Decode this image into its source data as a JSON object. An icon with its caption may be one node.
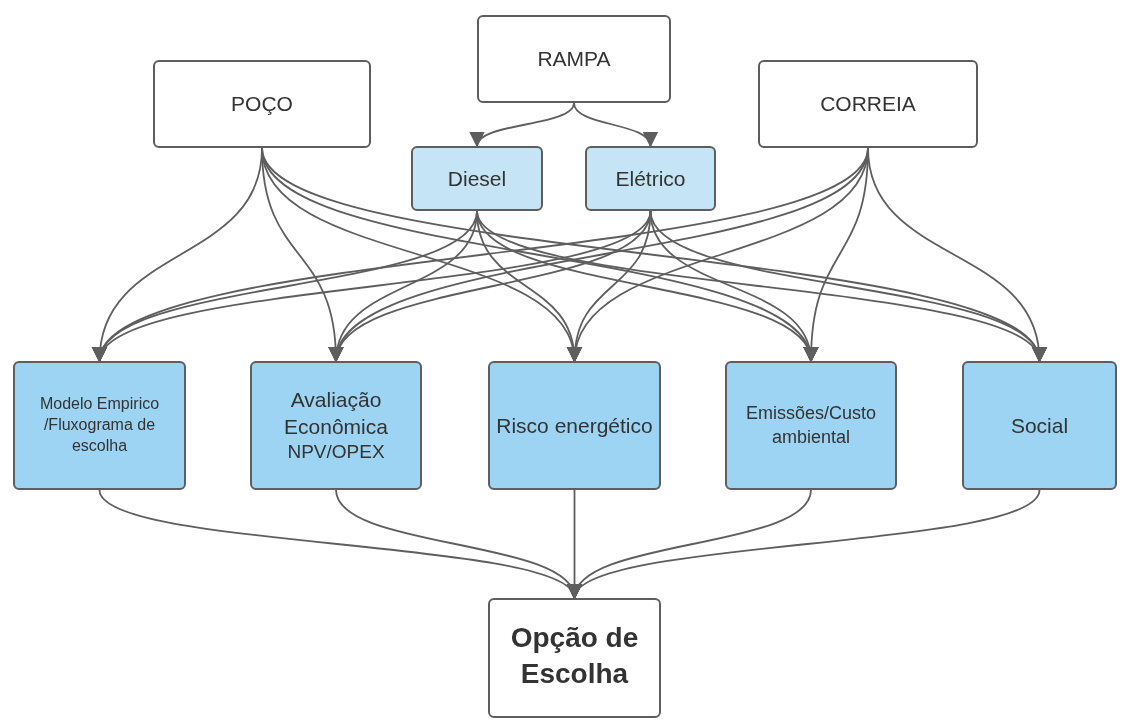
{
  "diagram": {
    "nodes": [
      {
        "text": [
          "RAMPA"
        ]
      },
      {
        "text": [
          "POÇO"
        ]
      },
      {
        "text": [
          "CORREIA"
        ]
      },
      {
        "text": [
          "Diesel"
        ]
      },
      {
        "text": [
          "Elétrico"
        ]
      },
      {
        "text": [
          "Modelo Empirico /Fluxograma de escolha"
        ]
      },
      {
        "text": [
          "Avaliação Econômica",
          "NPV/OPEX"
        ]
      },
      {
        "text": [
          "Risco energético"
        ]
      },
      {
        "text": [
          "Emissões/Custo ambiental"
        ]
      },
      {
        "text": [
          "Social"
        ]
      },
      {
        "text": [
          "Opção de Escolha"
        ]
      }
    ],
    "edges": [
      {
        "from": 0,
        "to": 3,
        "arrow": "to"
      },
      {
        "from": 0,
        "to": 4,
        "arrow": "to"
      },
      {
        "from": 1,
        "to": 5,
        "arrow": "to"
      },
      {
        "from": 1,
        "to": 6,
        "arrow": "to"
      },
      {
        "from": 1,
        "to": 7,
        "arrow": "to"
      },
      {
        "from": 1,
        "to": 8,
        "arrow": "to"
      },
      {
        "from": 1,
        "to": 9,
        "arrow": "to"
      },
      {
        "from": 3,
        "to": 5,
        "arrow": "to"
      },
      {
        "from": 3,
        "to": 6,
        "arrow": "to"
      },
      {
        "from": 3,
        "to": 7,
        "arrow": "to"
      },
      {
        "from": 3,
        "to": 8,
        "arrow": "to"
      },
      {
        "from": 3,
        "to": 9,
        "arrow": "to"
      },
      {
        "from": 4,
        "to": 5,
        "arrow": "to"
      },
      {
        "from": 4,
        "to": 6,
        "arrow": "to"
      },
      {
        "from": 4,
        "to": 7,
        "arrow": "to"
      },
      {
        "from": 4,
        "to": 8,
        "arrow": "to"
      },
      {
        "from": 4,
        "to": 9,
        "arrow": "to"
      },
      {
        "from": 2,
        "to": 5,
        "arrow": "to"
      },
      {
        "from": 2,
        "to": 6,
        "arrow": "to"
      },
      {
        "from": 2,
        "to": 7,
        "arrow": "to"
      },
      {
        "from": 2,
        "to": 8,
        "arrow": "to"
      },
      {
        "from": 2,
        "to": 9,
        "arrow": "to"
      },
      {
        "from": 5,
        "to": 10,
        "arrow": "to"
      },
      {
        "from": 6,
        "to": 10,
        "arrow": "to"
      },
      {
        "from": 7,
        "to": 10,
        "arrow": "to"
      },
      {
        "from": 8,
        "to": 10,
        "arrow": "to"
      },
      {
        "from": 9,
        "to": 10,
        "arrow": "to"
      }
    ]
  }
}
